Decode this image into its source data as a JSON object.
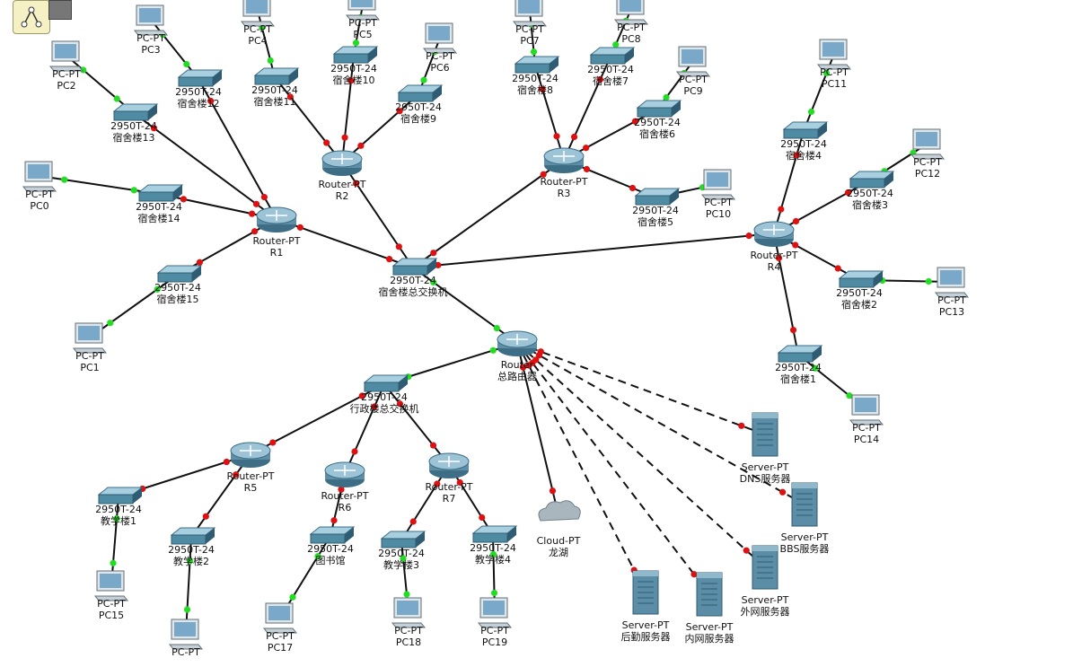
{
  "toolbar": {
    "tool_icon": "topology-icon"
  },
  "colors": {
    "link": "#111111",
    "port_up": "#22dd22",
    "port_down": "#dd1111",
    "router": "#5e8fa6",
    "switch": "#4f8ca3",
    "pc_screen": "#7aa8c8",
    "server": "#5b8ea6",
    "cloud": "#a9b6bd"
  },
  "diagram": {
    "nodes": [
      {
        "id": "r1",
        "type": "router",
        "labels": [
          "Router-PT",
          "R1"
        ]
      },
      {
        "id": "r2",
        "type": "router",
        "labels": [
          "Router-PT",
          "R2"
        ]
      },
      {
        "id": "r3",
        "type": "router",
        "labels": [
          "Router-PT",
          "R3"
        ]
      },
      {
        "id": "r4",
        "type": "router",
        "labels": [
          "Router-PT",
          "R4"
        ]
      },
      {
        "id": "r0",
        "type": "router",
        "labels": [
          "Router",
          "总路由器"
        ]
      },
      {
        "id": "r5",
        "type": "router",
        "labels": [
          "Router-PT",
          "R5"
        ]
      },
      {
        "id": "r6",
        "type": "router",
        "labels": [
          "Router-PT",
          "R6"
        ]
      },
      {
        "id": "r7",
        "type": "router",
        "labels": [
          "Router-PT",
          "R7"
        ]
      },
      {
        "id": "swd",
        "type": "switch",
        "labels": [
          "2950T-24",
          "宿舍楼总交换机"
        ]
      },
      {
        "id": "swa",
        "type": "switch",
        "labels": [
          "2950T-24",
          "行政楼总交换机"
        ]
      },
      {
        "id": "s1",
        "type": "switch",
        "labels": [
          "2950T-24",
          "宿舍楼1"
        ]
      },
      {
        "id": "s2",
        "type": "switch",
        "labels": [
          "2950T-24",
          "宿舍楼2"
        ]
      },
      {
        "id": "s3",
        "type": "switch",
        "labels": [
          "2950T-24",
          "宿舍楼3"
        ]
      },
      {
        "id": "s4",
        "type": "switch",
        "labels": [
          "2950T-24",
          "宿舍楼4"
        ]
      },
      {
        "id": "s5",
        "type": "switch",
        "labels": [
          "2950T-24",
          "宿舍楼5"
        ]
      },
      {
        "id": "s6",
        "type": "switch",
        "labels": [
          "2950T-24",
          "宿舍楼6"
        ]
      },
      {
        "id": "s7",
        "type": "switch",
        "labels": [
          "2950T-24",
          "宿舍楼7"
        ]
      },
      {
        "id": "s8",
        "type": "switch",
        "labels": [
          "2950T-24",
          "宿舍楼8"
        ]
      },
      {
        "id": "s9",
        "type": "switch",
        "labels": [
          "2950T-24",
          "宿舍楼9"
        ]
      },
      {
        "id": "s10",
        "type": "switch",
        "labels": [
          "2950T-24",
          "宿舍楼10"
        ]
      },
      {
        "id": "s11",
        "type": "switch",
        "labels": [
          "2950T-24",
          "宿舍楼11"
        ]
      },
      {
        "id": "s12",
        "type": "switch",
        "labels": [
          "2950T-24",
          "宿舍楼12"
        ]
      },
      {
        "id": "s13",
        "type": "switch",
        "labels": [
          "2950T-24",
          "宿舍楼13"
        ]
      },
      {
        "id": "s14",
        "type": "switch",
        "labels": [
          "2950T-24",
          "宿舍楼14"
        ]
      },
      {
        "id": "s15",
        "type": "switch",
        "labels": [
          "2950T-24",
          "宿舍楼15"
        ]
      },
      {
        "id": "t1",
        "type": "switch",
        "labels": [
          "2950T-24",
          "教学楼1"
        ]
      },
      {
        "id": "t2",
        "type": "switch",
        "labels": [
          "2950T-24",
          "教学楼2"
        ]
      },
      {
        "id": "t3",
        "type": "switch",
        "labels": [
          "2950T-24",
          "教学楼3"
        ]
      },
      {
        "id": "t4",
        "type": "switch",
        "labels": [
          "2950T-24",
          "教学楼4"
        ]
      },
      {
        "id": "lib",
        "type": "switch",
        "labels": [
          "2950T-24",
          "图书馆"
        ]
      },
      {
        "id": "pc0",
        "type": "pc",
        "labels": [
          "PC-PT",
          "PC0"
        ]
      },
      {
        "id": "pc1",
        "type": "pc",
        "labels": [
          "PC-PT",
          "PC1"
        ]
      },
      {
        "id": "pc2",
        "type": "pc",
        "labels": [
          "PC-PT",
          "PC2"
        ]
      },
      {
        "id": "pc3",
        "type": "pc",
        "labels": [
          "PC-PT",
          "PC3"
        ]
      },
      {
        "id": "pc4",
        "type": "pc",
        "labels": [
          "PC-PT",
          "PC4"
        ]
      },
      {
        "id": "pc5",
        "type": "pc",
        "labels": [
          "PC-PT",
          "PC5"
        ]
      },
      {
        "id": "pc6",
        "type": "pc",
        "labels": [
          "PC-PT",
          "PC6"
        ]
      },
      {
        "id": "pc7",
        "type": "pc",
        "labels": [
          "PC-PT",
          "PC7"
        ]
      },
      {
        "id": "pc8",
        "type": "pc",
        "labels": [
          "PC-PT",
          "PC8"
        ]
      },
      {
        "id": "pc9",
        "type": "pc",
        "labels": [
          "PC-PT",
          "PC9"
        ]
      },
      {
        "id": "pc10",
        "type": "pc",
        "labels": [
          "PC-PT",
          "PC10"
        ]
      },
      {
        "id": "pc11",
        "type": "pc",
        "labels": [
          "PC-PT",
          "PC11"
        ]
      },
      {
        "id": "pc12",
        "type": "pc",
        "labels": [
          "PC-PT",
          "PC12"
        ]
      },
      {
        "id": "pc13",
        "type": "pc",
        "labels": [
          "PC-PT",
          "PC13"
        ]
      },
      {
        "id": "pc14",
        "type": "pc",
        "labels": [
          "PC-PT",
          "PC14"
        ]
      },
      {
        "id": "pc15",
        "type": "pc",
        "labels": [
          "PC-PT",
          "PC15"
        ]
      },
      {
        "id": "pc16",
        "type": "pc",
        "labels": [
          "PC-PT"
        ]
      },
      {
        "id": "pc17",
        "type": "pc",
        "labels": [
          "PC-PT",
          "PC17"
        ]
      },
      {
        "id": "pc18",
        "type": "pc",
        "labels": [
          "PC-PT",
          "PC18"
        ]
      },
      {
        "id": "pc19",
        "type": "pc",
        "labels": [
          "PC-PT",
          "PC19"
        ]
      },
      {
        "id": "cloud",
        "type": "cloud",
        "labels": [
          "Cloud-PT",
          "龙湖"
        ]
      },
      {
        "id": "dns",
        "type": "server",
        "labels": [
          "Server-PT",
          "DNS服务器"
        ]
      },
      {
        "id": "bbs",
        "type": "server",
        "labels": [
          "Server-PT",
          "BBS服务器"
        ]
      },
      {
        "id": "ext",
        "type": "server",
        "labels": [
          "Server-PT",
          "外网服务器"
        ]
      },
      {
        "id": "log",
        "type": "server",
        "labels": [
          "Server-PT",
          "后勤服务器"
        ]
      },
      {
        "id": "intra",
        "type": "server",
        "labels": [
          "Server-PT",
          "内网服务器"
        ]
      }
    ],
    "links": [
      {
        "a": "r1",
        "b": "swd",
        "style": "solid",
        "pa": "down",
        "pb": "down"
      },
      {
        "a": "r2",
        "b": "swd",
        "style": "solid",
        "pa": "down",
        "pb": "down"
      },
      {
        "a": "r3",
        "b": "swd",
        "style": "solid",
        "pa": "down",
        "pb": "down"
      },
      {
        "a": "r4",
        "b": "swd",
        "style": "solid",
        "pa": "down",
        "pb": "down"
      },
      {
        "a": "swd",
        "b": "r0",
        "style": "solid",
        "pa": "up",
        "pb": "up"
      },
      {
        "a": "r1",
        "b": "s12",
        "style": "solid",
        "pa": "down",
        "pb": "down"
      },
      {
        "a": "r1",
        "b": "s13",
        "style": "solid",
        "pa": "down",
        "pb": "down"
      },
      {
        "a": "r1",
        "b": "s14",
        "style": "solid",
        "pa": "down",
        "pb": "down"
      },
      {
        "a": "r1",
        "b": "s15",
        "style": "solid",
        "pa": "down",
        "pb": "down"
      },
      {
        "a": "r2",
        "b": "s11",
        "style": "solid",
        "pa": "down",
        "pb": "down"
      },
      {
        "a": "r2",
        "b": "s10",
        "style": "solid",
        "pa": "down",
        "pb": "down"
      },
      {
        "a": "r2",
        "b": "s9",
        "style": "solid",
        "pa": "down",
        "pb": "down"
      },
      {
        "a": "r3",
        "b": "s8",
        "style": "solid",
        "pa": "down",
        "pb": "down"
      },
      {
        "a": "r3",
        "b": "s7",
        "style": "solid",
        "pa": "down",
        "pb": "down"
      },
      {
        "a": "r3",
        "b": "s6",
        "style": "solid",
        "pa": "down",
        "pb": "down"
      },
      {
        "a": "r3",
        "b": "s5",
        "style": "solid",
        "pa": "down",
        "pb": "down"
      },
      {
        "a": "r4",
        "b": "s4",
        "style": "solid",
        "pa": "down",
        "pb": "down"
      },
      {
        "a": "r4",
        "b": "s3",
        "style": "solid",
        "pa": "down",
        "pb": "down"
      },
      {
        "a": "r4",
        "b": "s2",
        "style": "solid",
        "pa": "down",
        "pb": "down"
      },
      {
        "a": "r4",
        "b": "s1",
        "style": "solid",
        "pa": "down",
        "pb": "down"
      },
      {
        "a": "s13",
        "b": "pc2",
        "style": "solid",
        "pa": "up",
        "pb": "up"
      },
      {
        "a": "s12",
        "b": "pc3",
        "style": "solid",
        "pa": "up",
        "pb": "up"
      },
      {
        "a": "s11",
        "b": "pc4",
        "style": "solid",
        "pa": "up",
        "pb": "up"
      },
      {
        "a": "s10",
        "b": "pc5",
        "style": "solid",
        "pa": "up",
        "pb": "up"
      },
      {
        "a": "s9",
        "b": "pc6",
        "style": "solid",
        "pa": "up",
        "pb": "up"
      },
      {
        "a": "s14",
        "b": "pc0",
        "style": "solid",
        "pa": "up",
        "pb": "up"
      },
      {
        "a": "s15",
        "b": "pc1",
        "style": "solid",
        "pa": "up",
        "pb": "up"
      },
      {
        "a": "s8",
        "b": "pc7",
        "style": "solid",
        "pa": "up",
        "pb": "up"
      },
      {
        "a": "s7",
        "b": "pc8",
        "style": "solid",
        "pa": "up",
        "pb": "up"
      },
      {
        "a": "s6",
        "b": "pc9",
        "style": "solid",
        "pa": "up",
        "pb": "up"
      },
      {
        "a": "s5",
        "b": "pc10",
        "style": "solid",
        "pa": "up",
        "pb": "up"
      },
      {
        "a": "s4",
        "b": "pc11",
        "style": "solid",
        "pa": "up",
        "pb": "up"
      },
      {
        "a": "s3",
        "b": "pc12",
        "style": "solid",
        "pa": "up",
        "pb": "up"
      },
      {
        "a": "s2",
        "b": "pc13",
        "style": "solid",
        "pa": "up",
        "pb": "up"
      },
      {
        "a": "s1",
        "b": "pc14",
        "style": "solid",
        "pa": "up",
        "pb": "up"
      },
      {
        "a": "r0",
        "b": "swa",
        "style": "solid",
        "pa": "up",
        "pb": "up"
      },
      {
        "a": "swa",
        "b": "r5",
        "style": "solid",
        "pa": "down",
        "pb": "down"
      },
      {
        "a": "swa",
        "b": "r6",
        "style": "solid",
        "pa": "down",
        "pb": "down"
      },
      {
        "a": "swa",
        "b": "r7",
        "style": "solid",
        "pa": "down",
        "pb": "down"
      },
      {
        "a": "r5",
        "b": "t1",
        "style": "solid",
        "pa": "down",
        "pb": "down"
      },
      {
        "a": "r5",
        "b": "t2",
        "style": "solid",
        "pa": "down",
        "pb": "down"
      },
      {
        "a": "r6",
        "b": "lib",
        "style": "solid",
        "pa": "down",
        "pb": "down"
      },
      {
        "a": "r7",
        "b": "t3",
        "style": "solid",
        "pa": "down",
        "pb": "down"
      },
      {
        "a": "r7",
        "b": "t4",
        "style": "solid",
        "pa": "down",
        "pb": "down"
      },
      {
        "a": "t1",
        "b": "pc15",
        "style": "solid",
        "pa": "up",
        "pb": "up"
      },
      {
        "a": "t2",
        "b": "pc16",
        "style": "solid",
        "pa": "up",
        "pb": "up"
      },
      {
        "a": "lib",
        "b": "pc17",
        "style": "solid",
        "pa": "up",
        "pb": "up"
      },
      {
        "a": "t3",
        "b": "pc18",
        "style": "solid",
        "pa": "up",
        "pb": "up"
      },
      {
        "a": "t4",
        "b": "pc19",
        "style": "solid",
        "pa": "up",
        "pb": "up"
      },
      {
        "a": "r0",
        "b": "cloud",
        "style": "solid",
        "pa": "down",
        "pb": "down"
      },
      {
        "a": "r0",
        "b": "dns",
        "style": "dashed",
        "pa": "down",
        "pb": "down"
      },
      {
        "a": "r0",
        "b": "bbs",
        "style": "dashed",
        "pa": "down",
        "pb": "down"
      },
      {
        "a": "r0",
        "b": "ext",
        "style": "dashed",
        "pa": "down",
        "pb": "down"
      },
      {
        "a": "r0",
        "b": "log",
        "style": "dashed",
        "pa": "down",
        "pb": "down"
      },
      {
        "a": "r0",
        "b": "intra",
        "style": "dashed",
        "pa": "down",
        "pb": "down"
      }
    ]
  }
}
